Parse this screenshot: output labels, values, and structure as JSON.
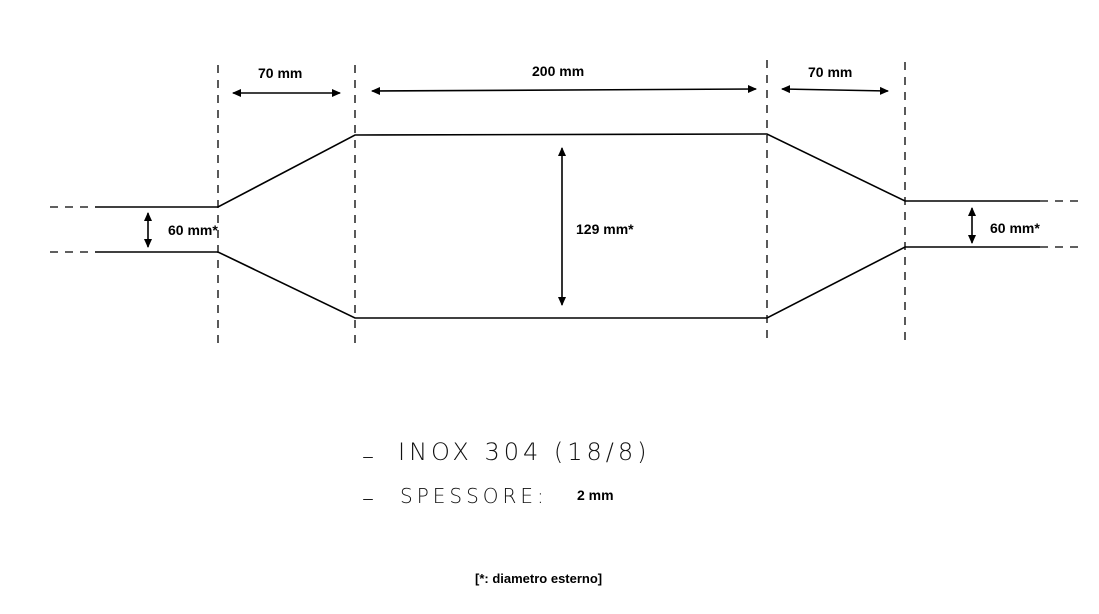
{
  "dimensions": {
    "left_cone_length": "70 mm",
    "body_length": "200 mm",
    "right_cone_length": "70 mm",
    "left_pipe_diameter": "60 mm*",
    "body_diameter": "129 mm*",
    "right_pipe_diameter": "60 mm*"
  },
  "notes": {
    "material_dash": "–",
    "material": "INOX 304 (18/8)",
    "thickness_dash": "–",
    "thickness_label": "SPESSORE:",
    "thickness_value": "2 mm"
  },
  "footnote": "[*: diametro esterno]"
}
